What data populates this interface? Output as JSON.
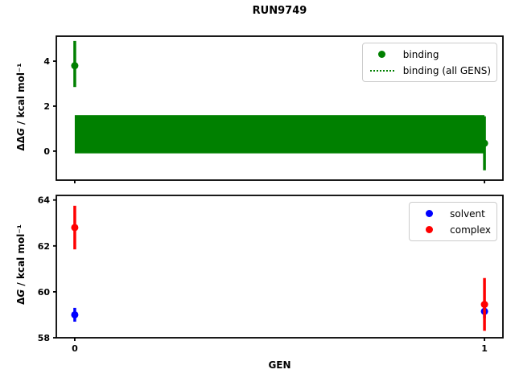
{
  "title": "RUN9749",
  "colors": {
    "binding": "#008000",
    "solvent": "#0000ff",
    "complex": "#ff0000",
    "axes": "#000000",
    "legend_border": "#cccccc"
  },
  "chart_data": [
    {
      "type": "scatter",
      "subtitle": "",
      "xlabel": "",
      "ylabel": {
        "prefix": "ΔΔ",
        "var": "G",
        "suffix": " / kcal mol⁻¹"
      },
      "xlim": [
        -0.045,
        1.045
      ],
      "ylim": [
        -1.29,
        5.11
      ],
      "ytick_values": [
        0,
        2,
        4
      ],
      "ytick_labels": [
        "0",
        "2",
        "4"
      ],
      "xtick_values": [
        0,
        1
      ],
      "xtick_labels": [],
      "grid": false,
      "legend_position": "upper right",
      "series": [
        {
          "name": "binding",
          "color": "#008000",
          "marker": "circle",
          "x": [
            0,
            1
          ],
          "y": [
            3.8,
            0.35
          ],
          "err_lo": [
            2.85,
            -0.85
          ],
          "err_hi": [
            4.9,
            1.55
          ]
        }
      ],
      "band": {
        "name": "binding (all GENS)",
        "color": "#008000",
        "x_range": [
          0,
          1
        ],
        "y_range": [
          -0.1,
          1.6
        ],
        "center_line_style": "dotted"
      },
      "legend": {
        "items": [
          {
            "label": "binding",
            "glyph": "dot",
            "color": "#008000"
          },
          {
            "label": "binding (all GENS)",
            "glyph": "dotted-line",
            "color": "#008000"
          }
        ]
      }
    },
    {
      "type": "scatter",
      "subtitle": "",
      "xlabel": "GEN",
      "ylabel": {
        "prefix": "Δ",
        "var": "G",
        "suffix": " / kcal mol⁻¹"
      },
      "xlim": [
        -0.045,
        1.045
      ],
      "ylim": [
        58,
        64.2
      ],
      "ytick_values": [
        58,
        60,
        62,
        64
      ],
      "ytick_labels": [
        "58",
        "60",
        "62",
        "64"
      ],
      "xtick_values": [
        0,
        1
      ],
      "xtick_labels": [
        "0",
        "1"
      ],
      "grid": false,
      "legend_position": "upper right",
      "series": [
        {
          "name": "solvent",
          "color": "#0000ff",
          "marker": "circle",
          "x": [
            0,
            1
          ],
          "y": [
            59.0,
            59.15
          ],
          "err_lo": [
            58.7,
            58.85
          ],
          "err_hi": [
            59.3,
            59.5
          ]
        },
        {
          "name": "complex",
          "color": "#ff0000",
          "marker": "circle",
          "x": [
            0,
            1
          ],
          "y": [
            62.8,
            59.45
          ],
          "err_lo": [
            61.85,
            58.3
          ],
          "err_hi": [
            63.75,
            60.6
          ]
        }
      ],
      "legend": {
        "items": [
          {
            "label": "solvent",
            "glyph": "dot",
            "color": "#0000ff"
          },
          {
            "label": "complex",
            "glyph": "dot",
            "color": "#ff0000"
          }
        ]
      }
    }
  ]
}
